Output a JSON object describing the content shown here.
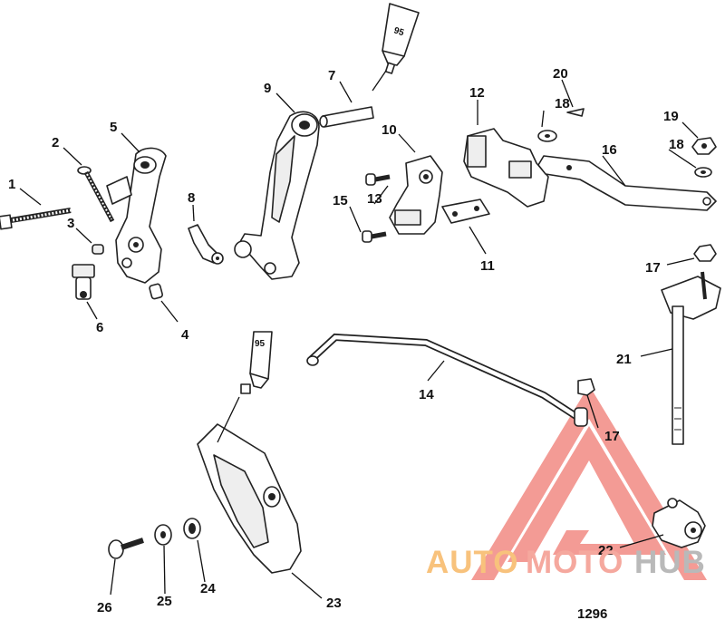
{
  "diagram_id": "1296",
  "tube_labels": [
    "95",
    "95"
  ],
  "callouts": [
    "1",
    "2",
    "3",
    "4",
    "5",
    "6",
    "7",
    "8",
    "9",
    "10",
    "11",
    "12",
    "13",
    "15",
    "16",
    "17",
    "18",
    "18",
    "19",
    "20",
    "21",
    "14",
    "17",
    "22",
    "23",
    "24",
    "25",
    "26"
  ],
  "watermark": {
    "brand": "AUTOMOTOHUB",
    "segments": [
      "AUTO",
      "MOTO",
      "HUB"
    ],
    "colors": {
      "auto": "#f8c27c",
      "moto": "#f5a89e",
      "hub": "#b9b9b9",
      "triangle": "#f07a72"
    }
  }
}
